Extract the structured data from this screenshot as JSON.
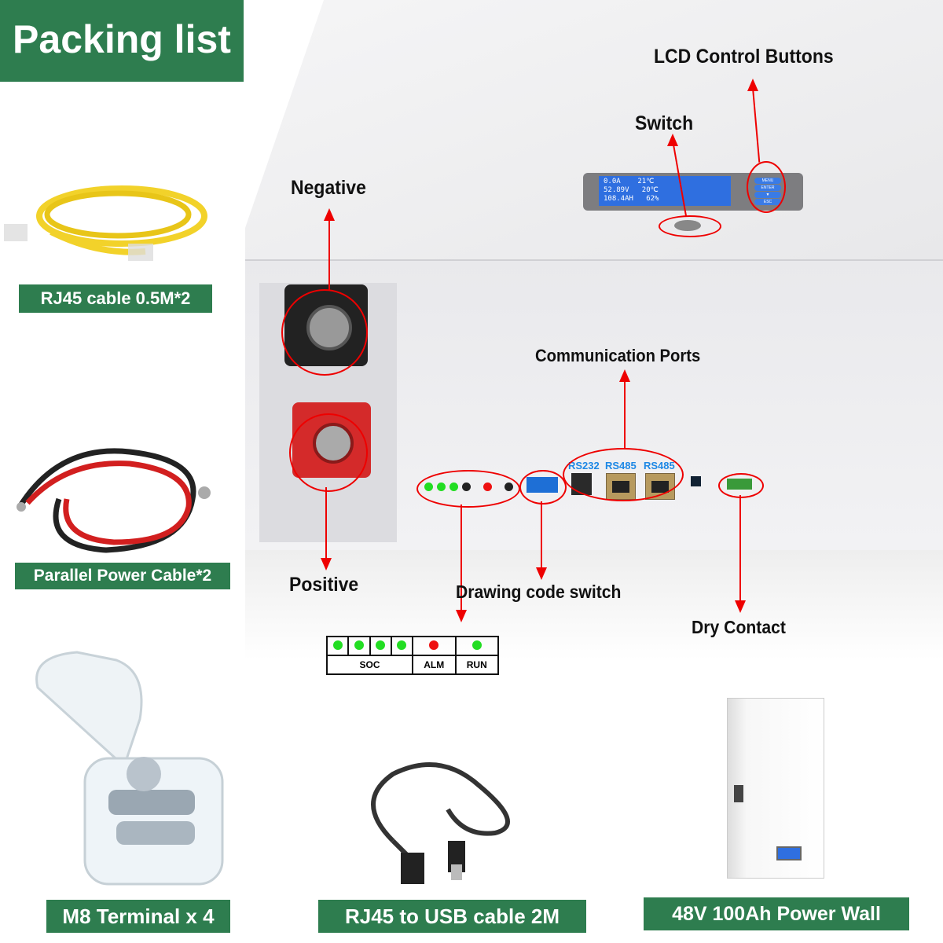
{
  "title": "Packing list",
  "colors": {
    "tag_green": "#2e7d4f",
    "annotation_red": "#e00000",
    "led_green": "#22dd22",
    "led_red": "#ee1111",
    "port_blue": "#1e88e5"
  },
  "items": [
    {
      "label": "RJ45 cable 0.5M*2",
      "icon": "yellow-ethernet-cable"
    },
    {
      "label": "Parallel Power Cable*2",
      "icon": "red-black-power-cable"
    },
    {
      "label": "M8 Terminal x 4",
      "icon": "bolts-in-plastic-box"
    },
    {
      "label": "RJ45 to USB cable 2M",
      "icon": "usb-cable"
    },
    {
      "label": "48V 100Ah Power Wall",
      "icon": "battery-power-wall"
    }
  ],
  "annotations": {
    "lcd_buttons": "LCD Control Buttons",
    "switch": "Switch",
    "negative": "Negative",
    "positive": "Positive",
    "comm_ports": "Communication Ports",
    "dip_switch": "Drawing code switch",
    "dry_contact": "Dry Contact"
  },
  "lcd": {
    "rows": [
      [
        "0.0A",
        "21℃"
      ],
      [
        "52.89V",
        "20℃"
      ],
      [
        "108.4AH",
        "62%"
      ]
    ],
    "buttons": [
      "MENU",
      "ENTER",
      "▼",
      "ESC"
    ]
  },
  "ports": [
    "RS232",
    "RS485",
    "RS485"
  ],
  "led_legend": {
    "leds": [
      "green",
      "green",
      "green",
      "green",
      "red",
      "green"
    ],
    "labels": {
      "soc": "SOC",
      "alm": "ALM",
      "run": "RUN"
    }
  }
}
